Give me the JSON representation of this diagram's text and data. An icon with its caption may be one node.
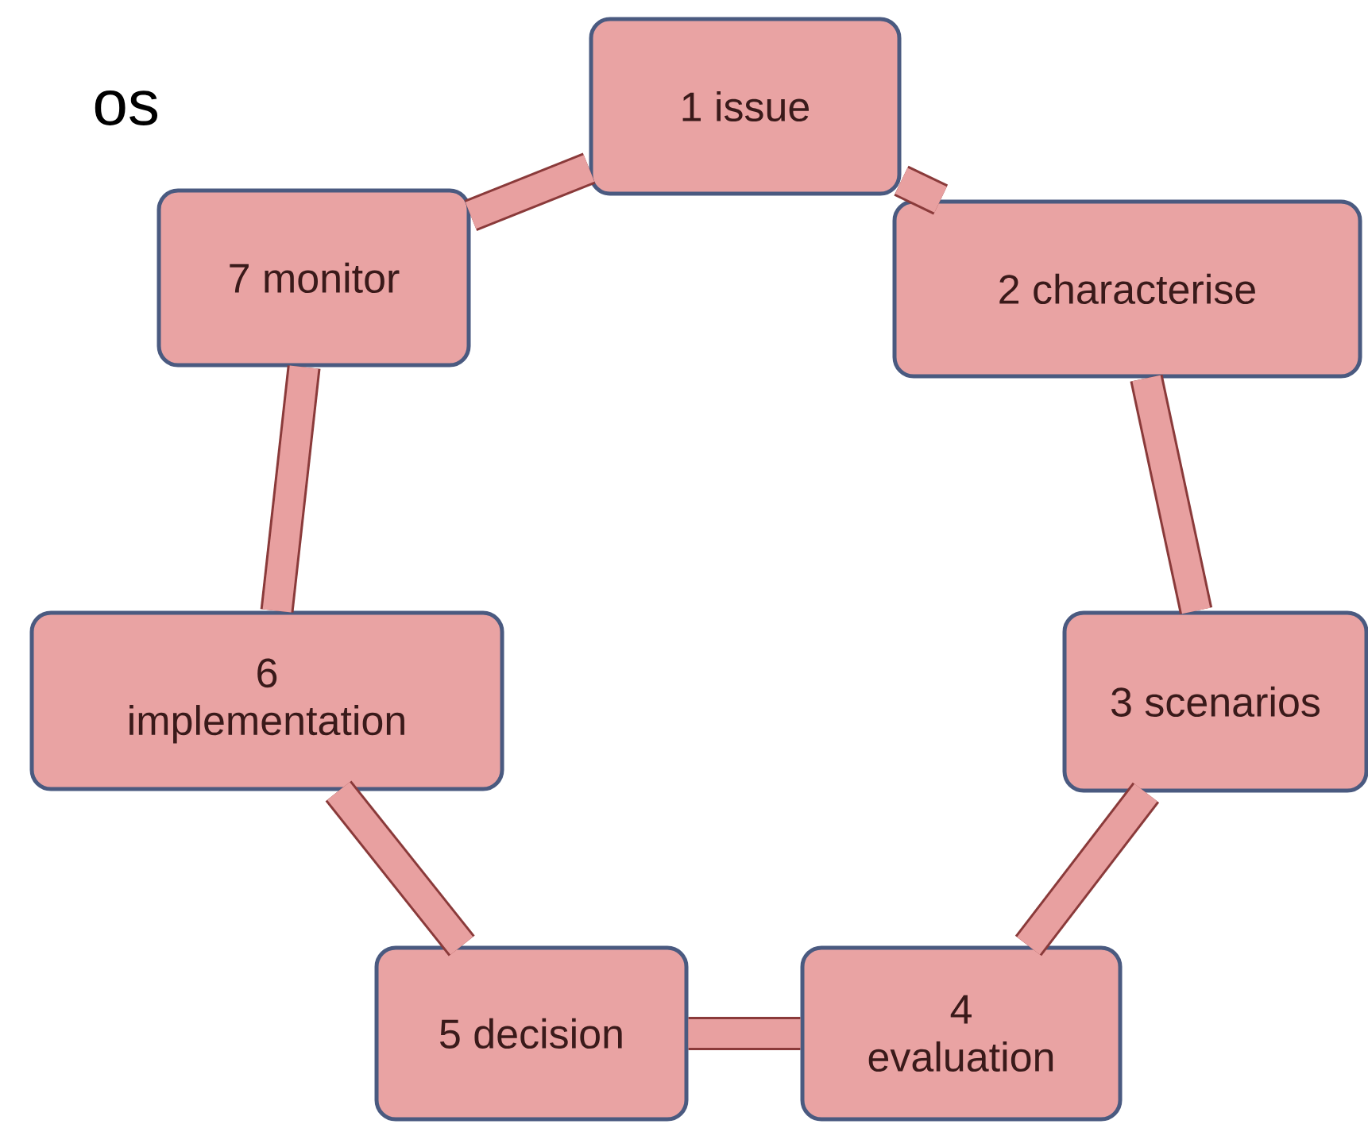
{
  "diagram": {
    "nodes": [
      {
        "text": [
          "1 issue"
        ]
      },
      {
        "text": [
          "2 characterise"
        ]
      },
      {
        "text": [
          "3 scenarios"
        ]
      },
      {
        "text": [
          "4 evaluation"
        ]
      },
      {
        "text": [
          "5 decision"
        ]
      },
      {
        "text": [
          "6 implementation"
        ]
      },
      {
        "text": [
          "7 monitor"
        ]
      }
    ],
    "edges": [
      {
        "from": 0,
        "to": 1,
        "arrow": "none"
      },
      {
        "from": 1,
        "to": 2,
        "arrow": "none"
      },
      {
        "from": 2,
        "to": 3,
        "arrow": "none"
      },
      {
        "from": 3,
        "to": 4,
        "arrow": "none"
      },
      {
        "from": 4,
        "to": 5,
        "arrow": "none"
      },
      {
        "from": 5,
        "to": 6,
        "arrow": "none"
      },
      {
        "from": 6,
        "to": 0,
        "arrow": "none"
      }
    ],
    "labels": [
      "os"
    ]
  }
}
